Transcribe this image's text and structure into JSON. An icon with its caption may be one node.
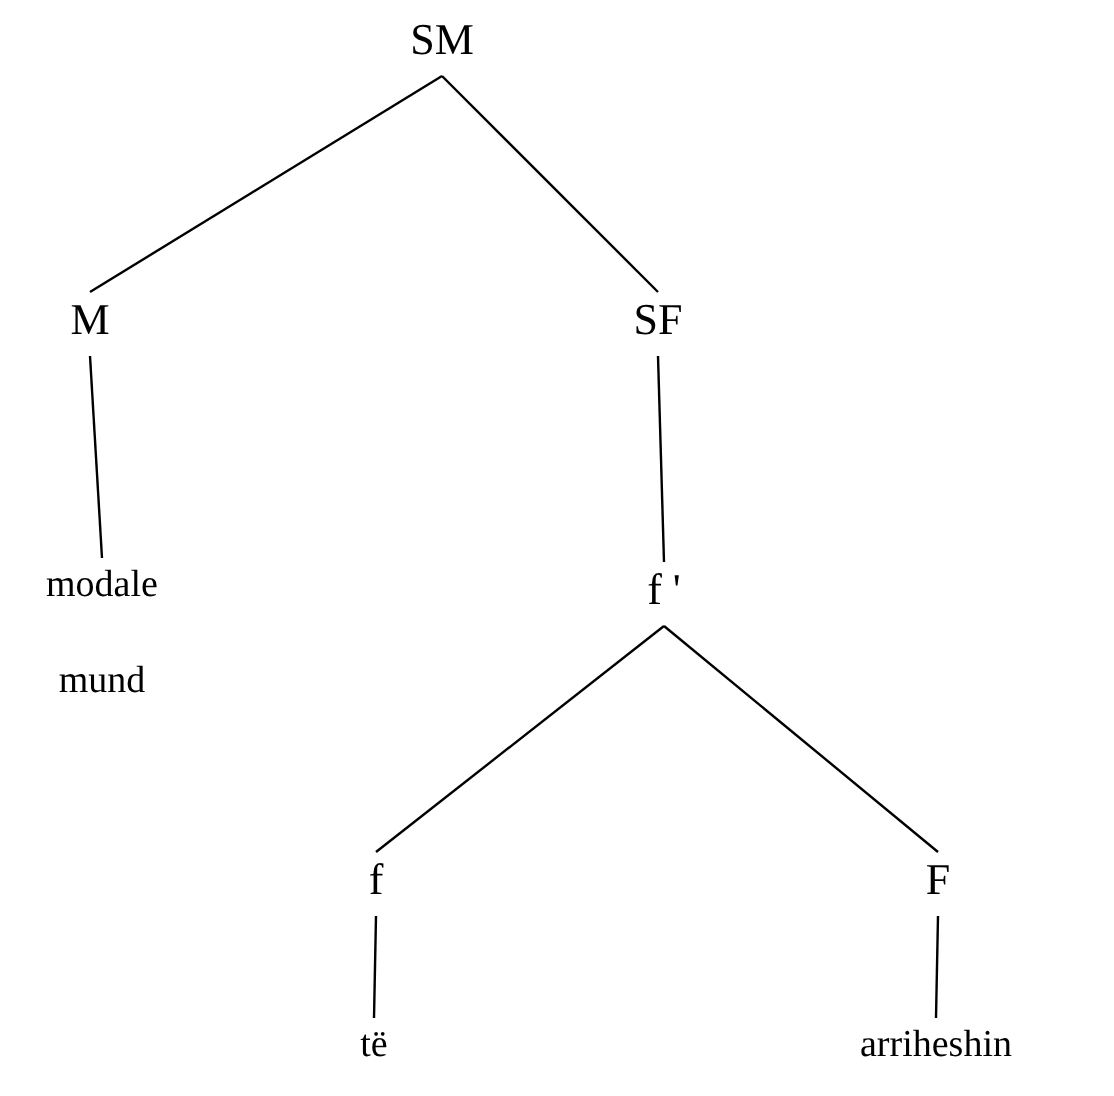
{
  "diagram": {
    "nodes": [
      {
        "text": [
          "SM"
        ]
      },
      {
        "text": [
          "M"
        ]
      },
      {
        "text": [
          "SF"
        ]
      },
      {
        "text": [
          "modale",
          "mund"
        ]
      },
      {
        "text": [
          "f '"
        ]
      },
      {
        "text": [
          "f"
        ]
      },
      {
        "text": [
          "F"
        ]
      },
      {
        "text": [
          "të"
        ]
      },
      {
        "text": [
          "arriheshin"
        ]
      }
    ],
    "edges": [
      {
        "from": 0,
        "to": 1,
        "arrow": "none"
      },
      {
        "from": 0,
        "to": 2,
        "arrow": "none"
      },
      {
        "from": 1,
        "to": 3,
        "arrow": "none"
      },
      {
        "from": 2,
        "to": 4,
        "arrow": "none"
      },
      {
        "from": 4,
        "to": 5,
        "arrow": "none"
      },
      {
        "from": 4,
        "to": 6,
        "arrow": "none"
      },
      {
        "from": 5,
        "to": 7,
        "arrow": "none"
      },
      {
        "from": 6,
        "to": 8,
        "arrow": "none"
      }
    ]
  }
}
